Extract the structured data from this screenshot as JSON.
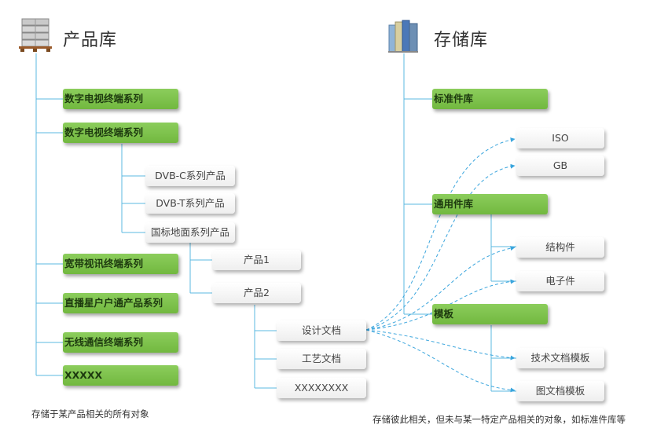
{
  "product_library": {
    "title": "产品库",
    "caption": "存储于某产品相关的所有对象",
    "categories": [
      "数字电视终端系列",
      "数字电视终端系列",
      "宽带视讯终端系列",
      "直播星户户通产品系列",
      "无线通信终端系列",
      "XXXXX"
    ],
    "sub_products": [
      "DVB-C系列产品",
      "DVB-T系列产品",
      "国标地面系列产品"
    ],
    "products": [
      "产品1",
      "产品2"
    ],
    "documents": [
      "设计文档",
      "工艺文档",
      "XXXXXXXX"
    ]
  },
  "storage_library": {
    "title": "存储库",
    "caption": "存储彼此相关，但未与某一特定产品相关的对象，如标准件库等",
    "standard_parts": "标准件库",
    "standards": [
      "ISO",
      "GB"
    ],
    "common_parts": "通用件库",
    "common_items": [
      "结构件",
      "电子件"
    ],
    "templates": "模板",
    "template_items": [
      "技术文档模板",
      "图文档模板"
    ]
  },
  "colors": {
    "green_node": "#7cc34a",
    "connector": "#5bb8e0",
    "dashed_link": "#3aa5dd"
  },
  "icons": [
    "pallet-storage-icon",
    "books-icon"
  ]
}
